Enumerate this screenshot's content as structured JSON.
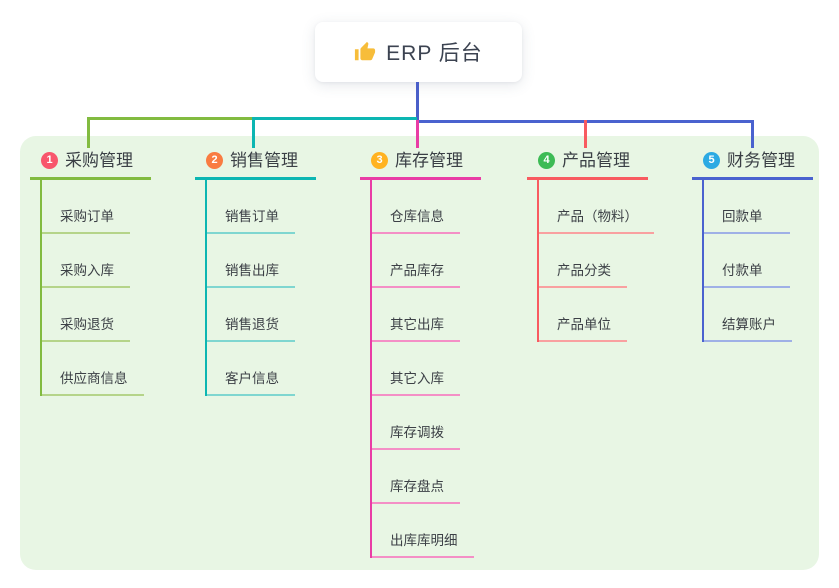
{
  "root": {
    "label": "ERP 后台",
    "icon": "thumbs-up-icon"
  },
  "branches": [
    {
      "index": "1",
      "label": "采购管理",
      "badge_color": "#f8566c",
      "line_color": "#82bb40",
      "light_line_color": "#b5d489",
      "children": [
        "采购订单",
        "采购入库",
        "采购退货",
        "供应商信息"
      ]
    },
    {
      "index": "2",
      "label": "销售管理",
      "badge_color": "#f97c41",
      "line_color": "#0cb6b2",
      "light_line_color": "#7fd6d0",
      "children": [
        "销售订单",
        "销售出库",
        "销售退货",
        "客户信息"
      ]
    },
    {
      "index": "3",
      "label": "库存管理",
      "badge_color": "#ffb321",
      "line_color": "#e93da5",
      "light_line_color": "#f48fc6",
      "children": [
        "仓库信息",
        "产品库存",
        "其它出库",
        "其它入库",
        "库存调拨",
        "库存盘点",
        "出库库明细"
      ]
    },
    {
      "index": "4",
      "label": "产品管理",
      "badge_color": "#3dbb55",
      "line_color": "#f85b60",
      "light_line_color": "#f9a0a0",
      "children": [
        "产品（物料）",
        "产品分类",
        "产品单位"
      ]
    },
    {
      "index": "5",
      "label": "财务管理",
      "badge_color": "#2caae3",
      "line_color": "#4a62cf",
      "light_line_color": "#9fb0e6",
      "children": [
        "回款单",
        "付款单",
        "结算账户"
      ]
    }
  ],
  "colors": {
    "canvas_bg": "#ffffff",
    "panel_bg": "#e8f6e4",
    "root_stub": "#4a5fc9",
    "thumb_icon": "#f7bd3a",
    "title_text": "#3a3f45",
    "child_text": "#3c4046"
  }
}
